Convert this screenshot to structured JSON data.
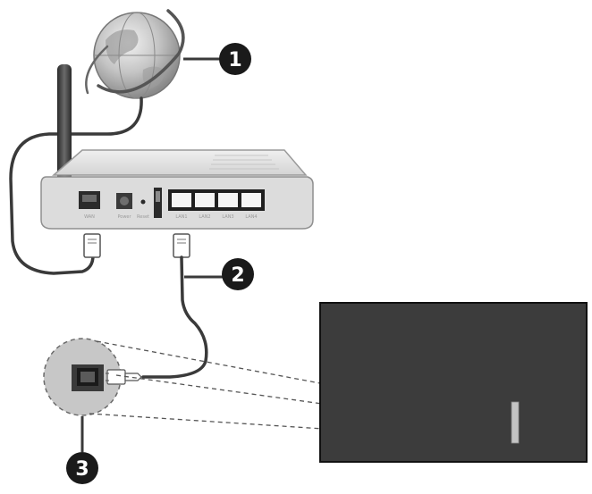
{
  "callouts": [
    {
      "number": "1",
      "target": "internet"
    },
    {
      "number": "2",
      "target": "ethernet-cable"
    },
    {
      "number": "3",
      "target": "lan-port"
    }
  ],
  "router": {
    "port_labels": [
      "WAN",
      "Power",
      "Reset",
      "LAN1",
      "LAN2",
      "LAN3",
      "LAN4"
    ]
  },
  "colors": {
    "line": "#3a3a3a",
    "callout_fill": "#1a1a1a",
    "tv_screen": "#3c3c3c",
    "router_body": "#e4e4e4",
    "globe": "#b9b9b9"
  }
}
